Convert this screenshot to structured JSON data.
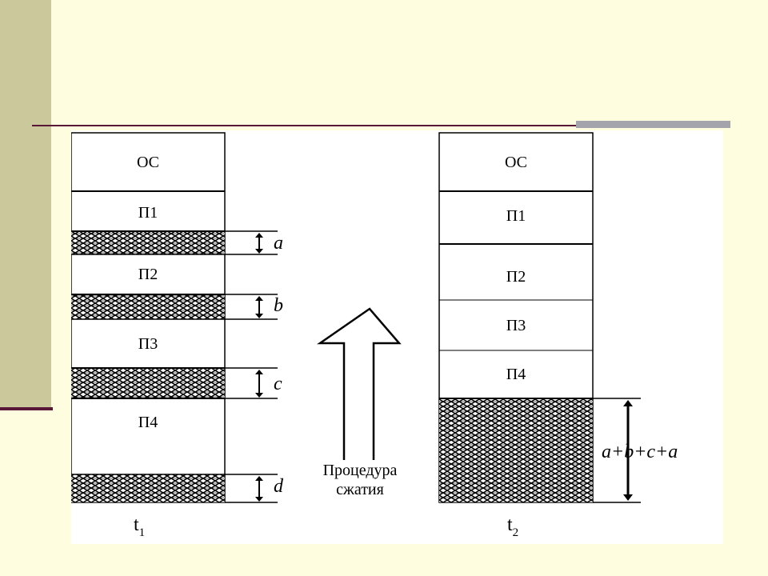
{
  "before": {
    "blocks": [
      "ОС",
      "П1",
      "П2",
      "П3",
      "П4"
    ],
    "gaps": [
      "a",
      "b",
      "c",
      "d"
    ],
    "time_label": "t",
    "time_subscript": "1"
  },
  "after": {
    "blocks": [
      "ОС",
      "П1",
      "П2",
      "П3",
      "П4"
    ],
    "free_label": "a+b+c+a",
    "time_label": "t",
    "time_subscript": "2"
  },
  "arrow": {
    "line1": "Процедура",
    "line2": "сжатия"
  },
  "colors": {
    "background": "#fefde0",
    "side_bar": "#cbc99b",
    "rule": "#5a1838",
    "rule_gray": "#a4a4ac"
  }
}
